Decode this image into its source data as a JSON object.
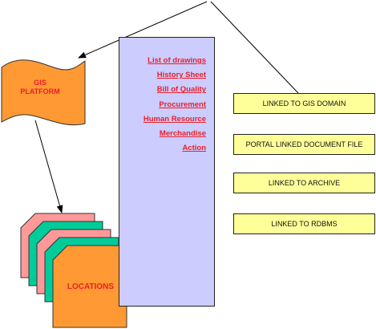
{
  "platform": {
    "label_line1": "GIS",
    "label_line2": "PLATFORM"
  },
  "locations": {
    "label": "LOCATIONS"
  },
  "menu": {
    "items": [
      "List of drawings",
      "History Sheet",
      "Bill of Quality",
      "Procurement",
      "Human Resource",
      "Merchandise",
      "Action"
    ]
  },
  "links": [
    "LINKED TO GIS DOMAIN",
    "PORTAL LINKED DOCUMENT FILE",
    "LINKED TO ARCHIVE",
    "LINKED TO RDBMS"
  ],
  "colors": {
    "flag_fill": "#ff9933",
    "panel_fill": "#ccccff",
    "box_fill": "#ffff99",
    "page_pink": "#ff9999",
    "page_teal": "#00cc99",
    "page_orange": "#ff9933",
    "label_red": "#e8202a"
  }
}
